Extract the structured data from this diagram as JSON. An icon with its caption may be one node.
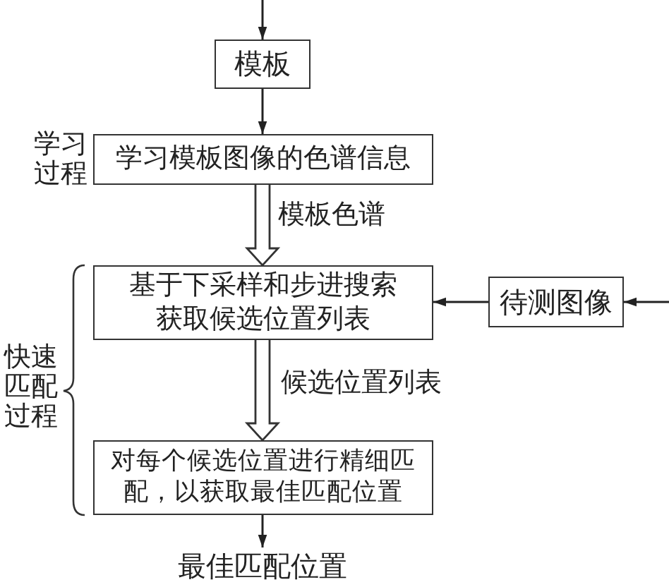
{
  "diagram": {
    "nodes": [
      {
        "text": [
          "模板"
        ]
      },
      {
        "text": [
          "学习模板图像的色谱信息"
        ],
        "beside": [
          "学习过程"
        ]
      },
      {
        "text": [
          "基于下采样和步进搜索获取候选位置列表"
        ]
      },
      {
        "text": [
          "待测图像"
        ]
      },
      {
        "text": [
          "对每个候选位置进行精细匹配，以获取最佳匹配位置"
        ]
      },
      {
        "text": [
          "最佳匹配位置"
        ]
      }
    ],
    "edges": [
      {
        "from": null,
        "to": 0,
        "arrow": "to"
      },
      {
        "from": 0,
        "to": 1,
        "arrow": "to"
      },
      {
        "from": 1,
        "to": 2,
        "arrow": "to",
        "label": "模板色谱",
        "style": "thick"
      },
      {
        "from": 2,
        "to": 4,
        "arrow": "to",
        "label": "候选位置列表",
        "style": "thick"
      },
      {
        "from": 3,
        "to": 2,
        "arrow": "to"
      },
      {
        "from": null,
        "to": 3,
        "arrow": "to"
      },
      {
        "from": 4,
        "to": 5,
        "arrow": "to"
      }
    ],
    "labels": [
      "快速匹配过程"
    ]
  }
}
